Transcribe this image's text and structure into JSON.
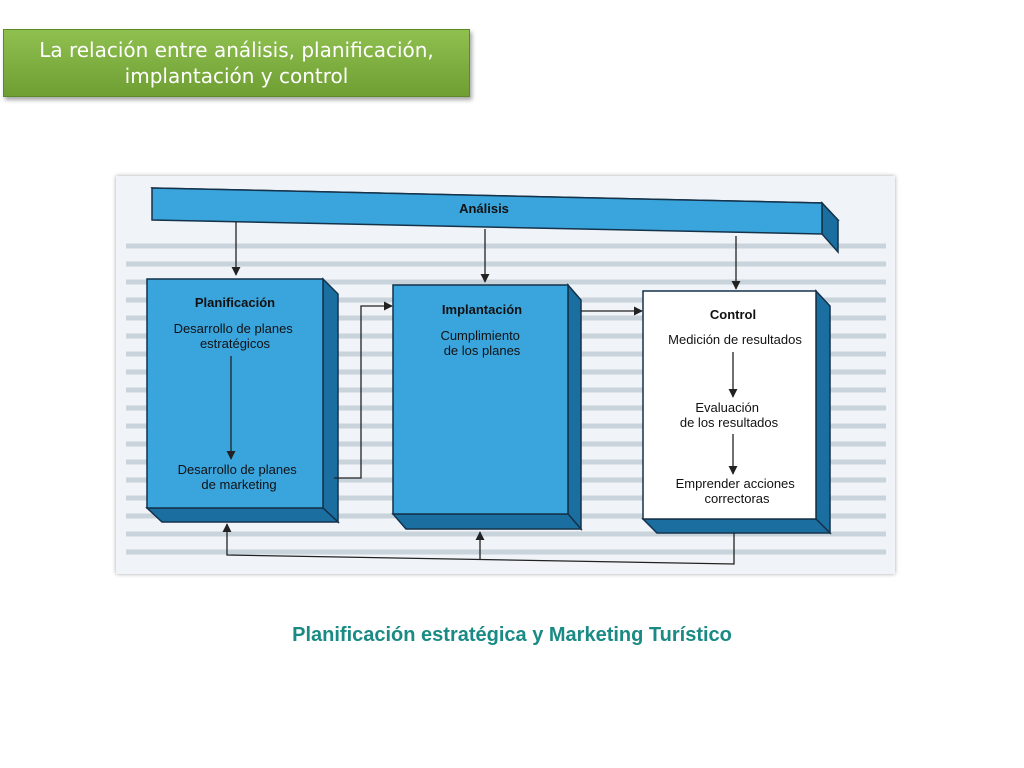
{
  "slide": {
    "title": "La relación entre análisis, planificación, implantación y control",
    "caption": "Planificación estratégica y Marketing Turístico"
  },
  "diagram": {
    "top_bar": "Análisis",
    "boxes": [
      {
        "title": "Planificación",
        "items": [
          "Desarrollo de planes estratégicos",
          "Desarrollo de planes de marketing"
        ]
      },
      {
        "title": "Implantación",
        "items": [
          "Cumplimiento de los planes"
        ]
      },
      {
        "title": "Control",
        "items": [
          "Medición de resultados",
          "Evaluación de los resultados",
          "Emprender acciones correctoras"
        ]
      }
    ]
  },
  "colors": {
    "title_green": "#7aab3c",
    "box_blue": "#3aa4dd",
    "caption_teal": "#1a8a84"
  }
}
